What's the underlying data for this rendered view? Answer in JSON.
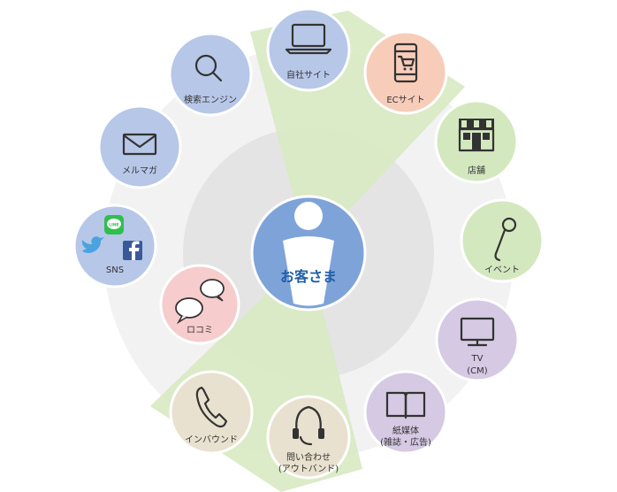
{
  "colors": {
    "ring_outer": "#f2f2f2",
    "ring_inner": "#e4e4e4",
    "beam": "#d9e9c3",
    "blue_node": "#b7c7e8",
    "orange_node": "#f7cdb9",
    "green_node": "#d4e8c0",
    "purple_node": "#d5c9e3",
    "pink_node": "#f6cccc",
    "tan_node": "#e8e1cf",
    "center": "#7ea3d8"
  },
  "center": {
    "label": "お客さま",
    "icon": "person-icon"
  },
  "nodes": [
    {
      "id": "own-site",
      "label": "自社サイト",
      "icon": "laptop-icon",
      "color": "blue"
    },
    {
      "id": "ec-site",
      "label": "ECサイト",
      "icon": "smartphone-cart-icon",
      "color": "orange"
    },
    {
      "id": "store",
      "label": "店舗",
      "icon": "storefront-icon",
      "color": "green"
    },
    {
      "id": "event",
      "label": "イベント",
      "icon": "microphone-icon",
      "color": "green"
    },
    {
      "id": "tv",
      "label": "TV",
      "label2": "(CM)",
      "icon": "tv-icon",
      "color": "purple"
    },
    {
      "id": "print",
      "label": "紙媒体",
      "label2": "(雑誌・広告)",
      "icon": "book-icon",
      "color": "purple"
    },
    {
      "id": "inquiry",
      "label": "問い合わせ",
      "label2": "(アウトバンド)",
      "icon": "headset-icon",
      "color": "tan"
    },
    {
      "id": "inbound",
      "label": "インバウンド",
      "icon": "phone-icon",
      "color": "tan"
    },
    {
      "id": "word-of-mouth",
      "label": "ロコミ",
      "icon": "speech-bubbles-icon",
      "color": "pink"
    },
    {
      "id": "sns",
      "label": "SNS",
      "icon": "sns-icons",
      "color": "blue"
    },
    {
      "id": "mail-magazine",
      "label": "メルマガ",
      "icon": "envelope-icon",
      "color": "blue"
    },
    {
      "id": "search-engine",
      "label": "検索エンジン",
      "icon": "magnifier-icon",
      "color": "blue"
    }
  ],
  "sns_badges": {
    "line": "LINE"
  }
}
